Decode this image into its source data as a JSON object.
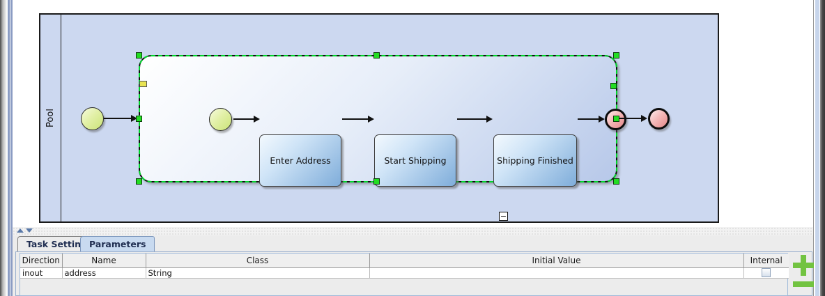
{
  "diagram": {
    "pool_label": "Pool",
    "tasks": [
      {
        "label": "Enter Address"
      },
      {
        "label": "Start Shipping"
      },
      {
        "label": "Shipping Finished"
      }
    ],
    "collapse_marker": "−"
  },
  "bottom_panel": {
    "tabs": [
      {
        "label": "Task Settings"
      },
      {
        "label": "Parameters"
      }
    ],
    "active_tab": "Parameters",
    "parameters_table": {
      "columns": [
        "Direction",
        "Name",
        "Class",
        "Initial Value",
        "Internal"
      ],
      "rows": [
        {
          "direction": "inout",
          "name": "address",
          "class": "String",
          "initial_value": "",
          "internal_checked": false
        }
      ]
    },
    "icons": {
      "add": "plus-icon",
      "remove": "minus-icon"
    }
  },
  "colors": {
    "pool_fill": "#ccd8f0",
    "selection_green": "#00d62a",
    "task_blue": "#7fadda",
    "start_event_green": "#cbe478",
    "end_event_red": "#e68888",
    "add_remove_green": "#72c341",
    "selected_tab_blue": "#c8daf0"
  }
}
